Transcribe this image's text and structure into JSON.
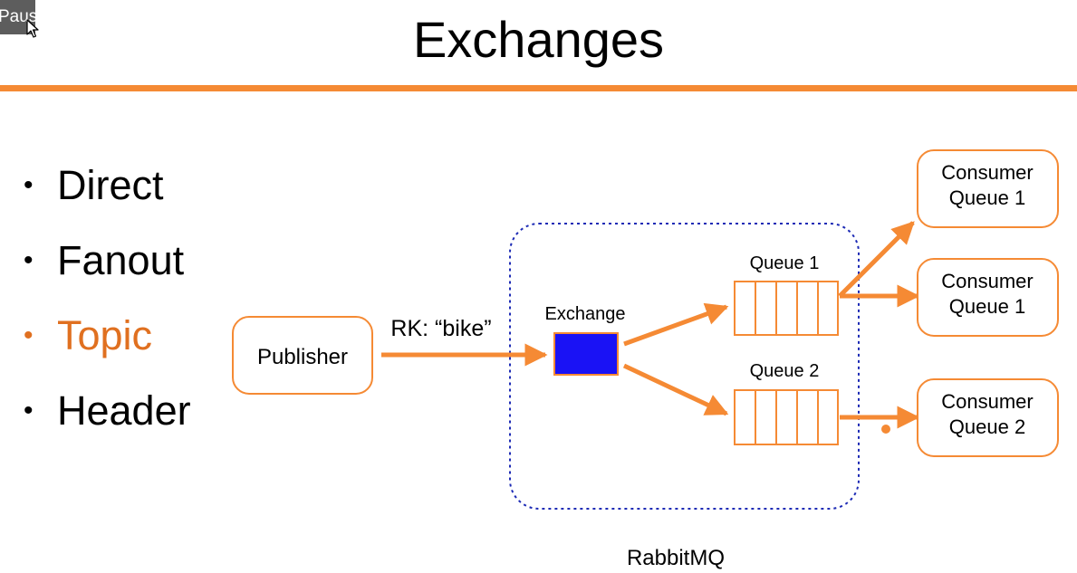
{
  "overlay": {
    "pause_label": "Pause"
  },
  "slide": {
    "title": "Exchanges",
    "bullets": [
      {
        "label": "Direct",
        "active": false
      },
      {
        "label": "Fanout",
        "active": false
      },
      {
        "label": "Topic",
        "active": true
      },
      {
        "label": "Header",
        "active": false
      }
    ]
  },
  "diagram": {
    "publisher_label": "Publisher",
    "routing_key_label": "RK: “bike”",
    "exchange_label": "Exchange",
    "queue1_label": "Queue 1",
    "queue2_label": "Queue 2",
    "consumers": [
      {
        "line1": "Consumer",
        "line2": "Queue 1"
      },
      {
        "line1": "Consumer",
        "line2": "Queue 1"
      },
      {
        "line1": "Consumer",
        "line2": "Queue 2"
      }
    ],
    "broker_label": "RabbitMQ",
    "colors": {
      "accent": "#f58a34",
      "topic_text": "#e07020",
      "exchange_fill": "#1a12f5",
      "broker_border": "#1d2bb5"
    }
  }
}
